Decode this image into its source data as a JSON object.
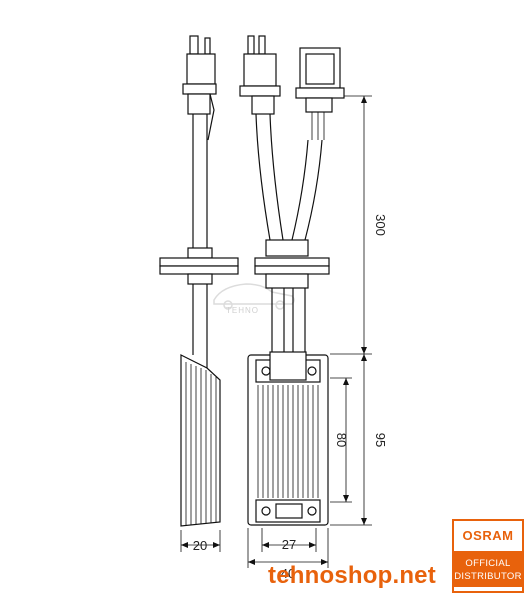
{
  "dimensions": {
    "cable_length": "300",
    "body_length": "95",
    "body_inner": "80",
    "body_width": "40",
    "mount_width": "27",
    "side_thickness": "20"
  },
  "footer": {
    "site": "tehnoshop.net"
  },
  "badge": {
    "brand": "OSRAM",
    "line1": "OFFICIAL",
    "line2": "DISTRIBUTOR",
    "accent": "#e8620c"
  },
  "watermark": {
    "text": "TEHNO"
  }
}
